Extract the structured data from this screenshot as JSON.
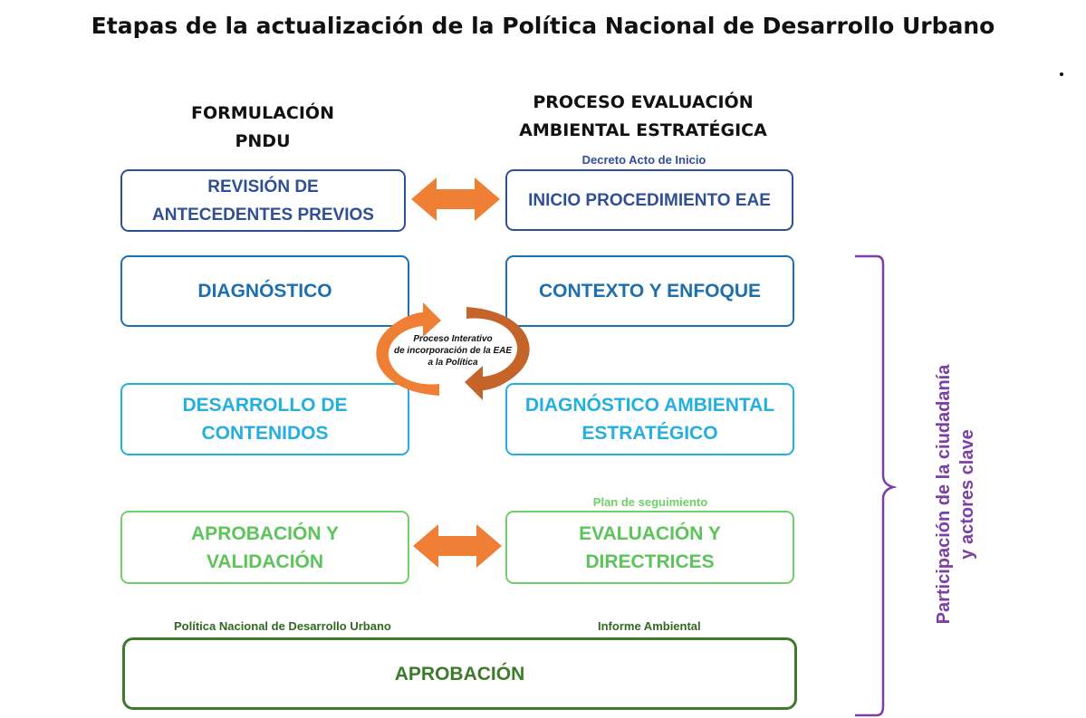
{
  "title": "Etapas de la actualización de la Política Nacional de Desarrollo Urbano",
  "headers": {
    "left": [
      "FORMULACIÓN",
      "PNDU"
    ],
    "right": [
      "PROCESO EVALUACIÓN",
      "AMBIENTAL ESTRATÉGICA"
    ]
  },
  "left_boxes": [
    [
      "REVISIÓN DE",
      "ANTECEDENTES PREVIOS"
    ],
    [
      "DIAGNÓSTICO"
    ],
    [
      "DESARROLLO DE",
      "CONTENIDOS"
    ],
    [
      "APROBACIÓN Y",
      "VALIDACIÓN"
    ]
  ],
  "right_boxes": [
    [
      "INICIO PROCEDIMIENTO EAE"
    ],
    [
      "CONTEXTO Y ENFOQUE"
    ],
    [
      "DIAGNÓSTICO AMBIENTAL",
      "ESTRATÉGICO"
    ],
    [
      "EVALUACIÓN Y",
      "DIRECTRICES"
    ]
  ],
  "final_box": "APROBACIÓN",
  "notes": {
    "decreto": "Decreto Acto de Inicio",
    "plan": "Plan de seguimiento",
    "politica": "Política Nacional de Desarrollo Urbano",
    "informe": "Informe Ambiental"
  },
  "cycle": [
    "Proceso Interativo",
    "de incorporación de la EAE",
    "a la Política"
  ],
  "side_label": [
    "Participación de la ciudadanía",
    "y actores clave"
  ],
  "colors": {
    "orange": "#ef7f34",
    "purple": "#7b3fa6"
  }
}
